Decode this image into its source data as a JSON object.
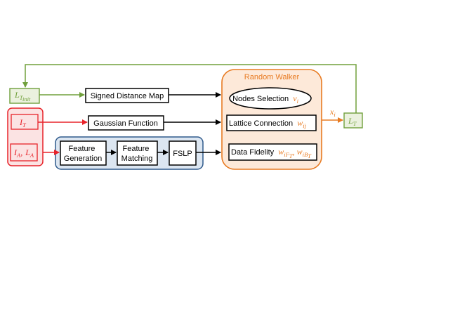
{
  "diagram": {
    "random_walker_title": "Random Walker",
    "nodes_selection": {
      "text": "Nodes Selection",
      "var": "v",
      "sub": "i"
    },
    "lattice_connection": {
      "text": "Lattice Connection",
      "var": "w",
      "sub": "ij"
    },
    "data_fidelity": {
      "text": "Data Fidelity",
      "var1": "w",
      "sub1": "iF",
      "subsub1": "T",
      "sep": ",",
      "var2": "w",
      "sub2": "iB",
      "subsub2": "T"
    },
    "signed_distance_map": "Signed Distance Map",
    "gaussian_function": "Gaussian Function",
    "feature_generation": [
      "Feature",
      "Generation"
    ],
    "feature_matching": [
      "Feature",
      "Matching"
    ],
    "fslp": "FSLP",
    "lt_init": {
      "var": "L",
      "sub": "T",
      "subsub": "init"
    },
    "it": {
      "var": "I",
      "sub": "T"
    },
    "ia_la": {
      "var1": "I",
      "sub1": "A",
      "sep": ",",
      "var2": "L",
      "sub2": "A"
    },
    "xi": {
      "var": "x",
      "sub": "i"
    },
    "lt": {
      "var": "L",
      "sub": "T"
    }
  },
  "colors": {
    "green": "#70a03c",
    "red": "#e8232a",
    "red_fill": "#fbe3e3",
    "orange": "#e87b22",
    "orange_fill": "#fde9d9",
    "blue_border": "#2f5a8c",
    "blue_fill": "#dce6f1",
    "green_fill": "#ebf1de"
  }
}
